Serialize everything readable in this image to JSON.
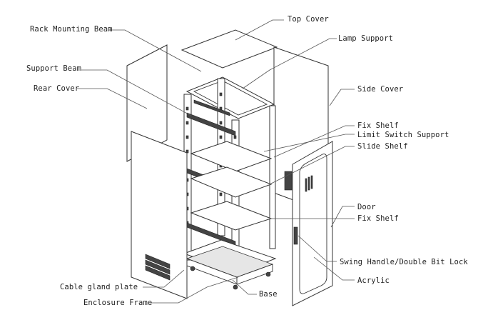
{
  "labels": {
    "rack_mounting_beam": "Rack Mounting Beam",
    "top_cover": "Top Cover",
    "lamp_support": "Lamp Support",
    "support_beam": "Support Beam",
    "rear_cover": "Rear Cover",
    "side_cover": "Side Cover",
    "fix_shelf_top": "Fix Shelf",
    "limit_switch_support": "Limit Switch Support",
    "slide_shelf": "Slide Shelf",
    "door": "Door",
    "fix_shelf_bottom": "Fix Shelf",
    "swing_handle": "Swing Handle/Double Bit Lock",
    "acrylic": "Acrylic",
    "cable_gland_plate": "Cable gland plate",
    "base": "Base",
    "enclosure_frame": "Enclosure Frame"
  }
}
